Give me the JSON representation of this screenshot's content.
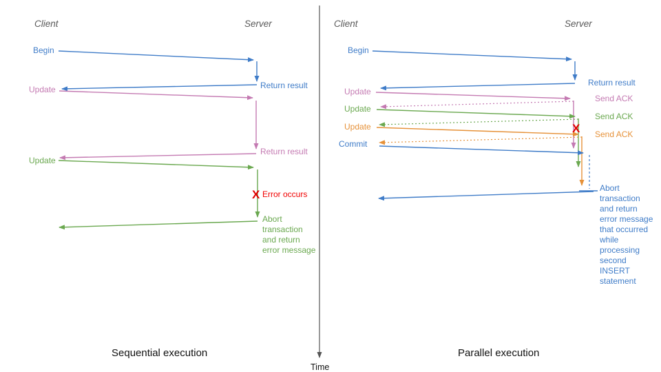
{
  "left_panel": {
    "client": "Client",
    "server": "Server",
    "caption": "Sequential execution",
    "begin": "Begin",
    "return_result_1": "Return result",
    "update_1": "Update",
    "return_result_2": "Return result",
    "update_2": "Update",
    "error_x": "X",
    "error_label": "Error occurs",
    "abort_lines": [
      "Abort",
      "transaction",
      "and return",
      "error message"
    ]
  },
  "right_panel": {
    "client": "Client",
    "server": "Server",
    "caption": "Parallel execution",
    "begin": "Begin",
    "return_result": "Return result",
    "update_1": "Update",
    "send_ack_1": "Send ACK",
    "update_2": "Update",
    "send_ack_2": "Send ACK",
    "update_3": "Update",
    "send_ack_3": "Send ACK",
    "commit": "Commit",
    "error_x": "X",
    "abort_lines": [
      "Abort",
      "transaction",
      "and return",
      "error message",
      "that occurred",
      "while",
      "processing",
      "second",
      "INSERT",
      "statement"
    ]
  },
  "time_axis": {
    "label": "Time"
  },
  "colors": {
    "blue": "#3f7cc8",
    "pink": "#c47ab2",
    "green": "#6aa84f",
    "orange": "#e69138",
    "red": "#e00000",
    "axis_gray": "#555555",
    "header_gray": "#595959"
  }
}
